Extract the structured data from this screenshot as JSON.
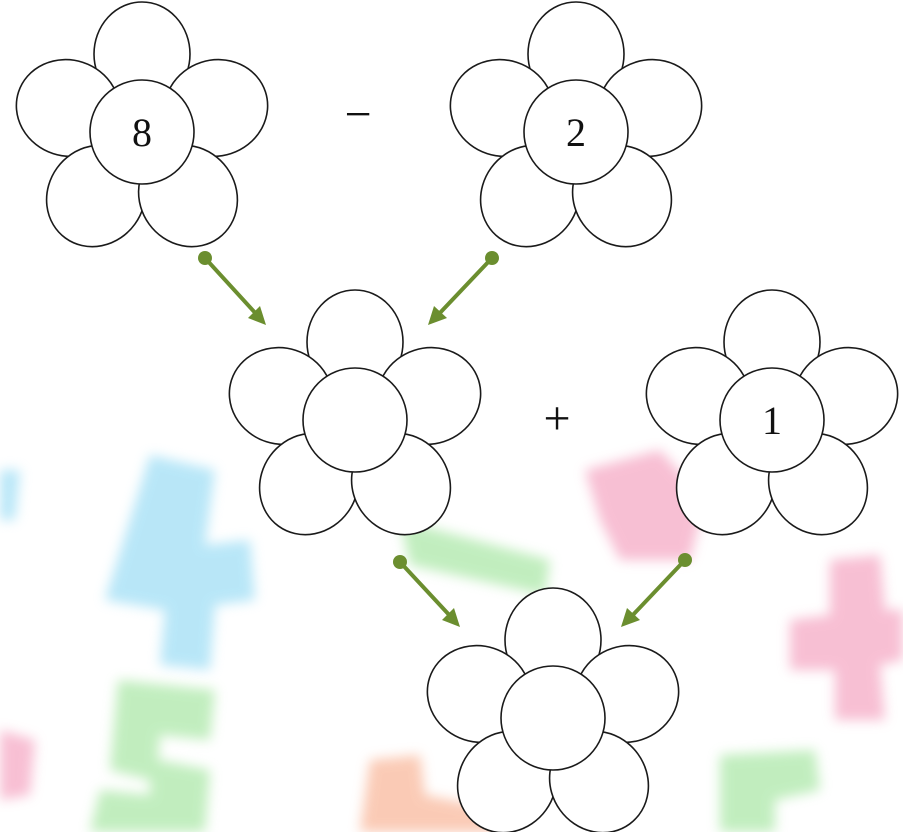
{
  "colors": {
    "arrow": "#6b8e2f",
    "outline": "#1a1a1a",
    "bg_blue": "#7fd3f2",
    "bg_green": "#8fe08a",
    "bg_pink": "#f28bb0",
    "bg_orange": "#f7a07a"
  },
  "flowers": [
    {
      "id": "top-left",
      "value": "8"
    },
    {
      "id": "top-right",
      "value": "2"
    },
    {
      "id": "middle-left",
      "value": ""
    },
    {
      "id": "middle-right",
      "value": "1"
    },
    {
      "id": "bottom",
      "value": ""
    }
  ],
  "operators": {
    "top": "−",
    "middle": "+"
  }
}
